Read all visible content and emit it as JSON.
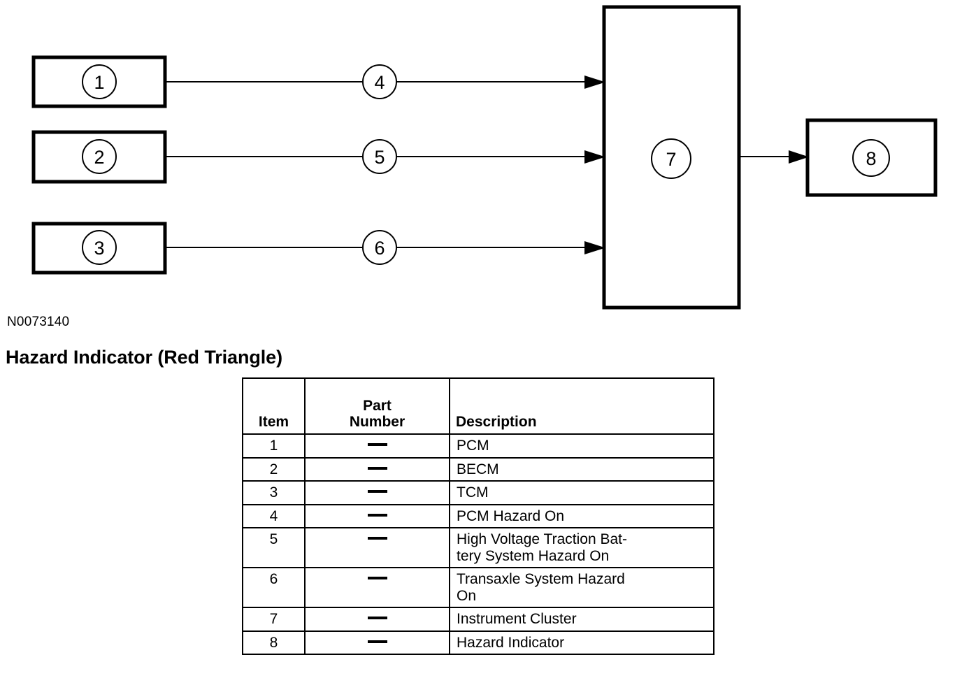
{
  "figure": {
    "id_label": "N0073140",
    "heading": "Hazard Indicator (Red Triangle)",
    "nodes": [
      {
        "key": "n1",
        "callout": "1",
        "shape": "rect"
      },
      {
        "key": "n2",
        "callout": "2",
        "shape": "rect"
      },
      {
        "key": "n3",
        "callout": "3",
        "shape": "rect"
      },
      {
        "key": "n4",
        "callout": "4",
        "shape": "circle-on-line"
      },
      {
        "key": "n5",
        "callout": "5",
        "shape": "circle-on-line"
      },
      {
        "key": "n6",
        "callout": "6",
        "shape": "circle-on-line"
      },
      {
        "key": "n7",
        "callout": "7",
        "shape": "rect-tall"
      },
      {
        "key": "n8",
        "callout": "8",
        "shape": "rect"
      }
    ]
  },
  "table": {
    "headers": {
      "item": "Item",
      "part_line1": "Part",
      "part_line2": "Number",
      "description": "Description"
    },
    "rows": [
      {
        "item": "1",
        "part_number": "—",
        "description_lines": [
          "PCM"
        ]
      },
      {
        "item": "2",
        "part_number": "—",
        "description_lines": [
          "BECM"
        ]
      },
      {
        "item": "3",
        "part_number": "—",
        "description_lines": [
          "TCM"
        ]
      },
      {
        "item": "4",
        "part_number": "—",
        "description_lines": [
          "PCM Hazard On"
        ]
      },
      {
        "item": "5",
        "part_number": "—",
        "description_lines": [
          "High Voltage Traction Bat-",
          "tery System Hazard On"
        ]
      },
      {
        "item": "6",
        "part_number": "—",
        "description_lines": [
          "Transaxle System Hazard",
          "On"
        ]
      },
      {
        "item": "7",
        "part_number": "—",
        "description_lines": [
          "Instrument Cluster"
        ]
      },
      {
        "item": "8",
        "part_number": "—",
        "description_lines": [
          "Hazard Indicator"
        ]
      }
    ]
  },
  "colors": {
    "ink": "#000000",
    "paper": "#ffffff"
  }
}
